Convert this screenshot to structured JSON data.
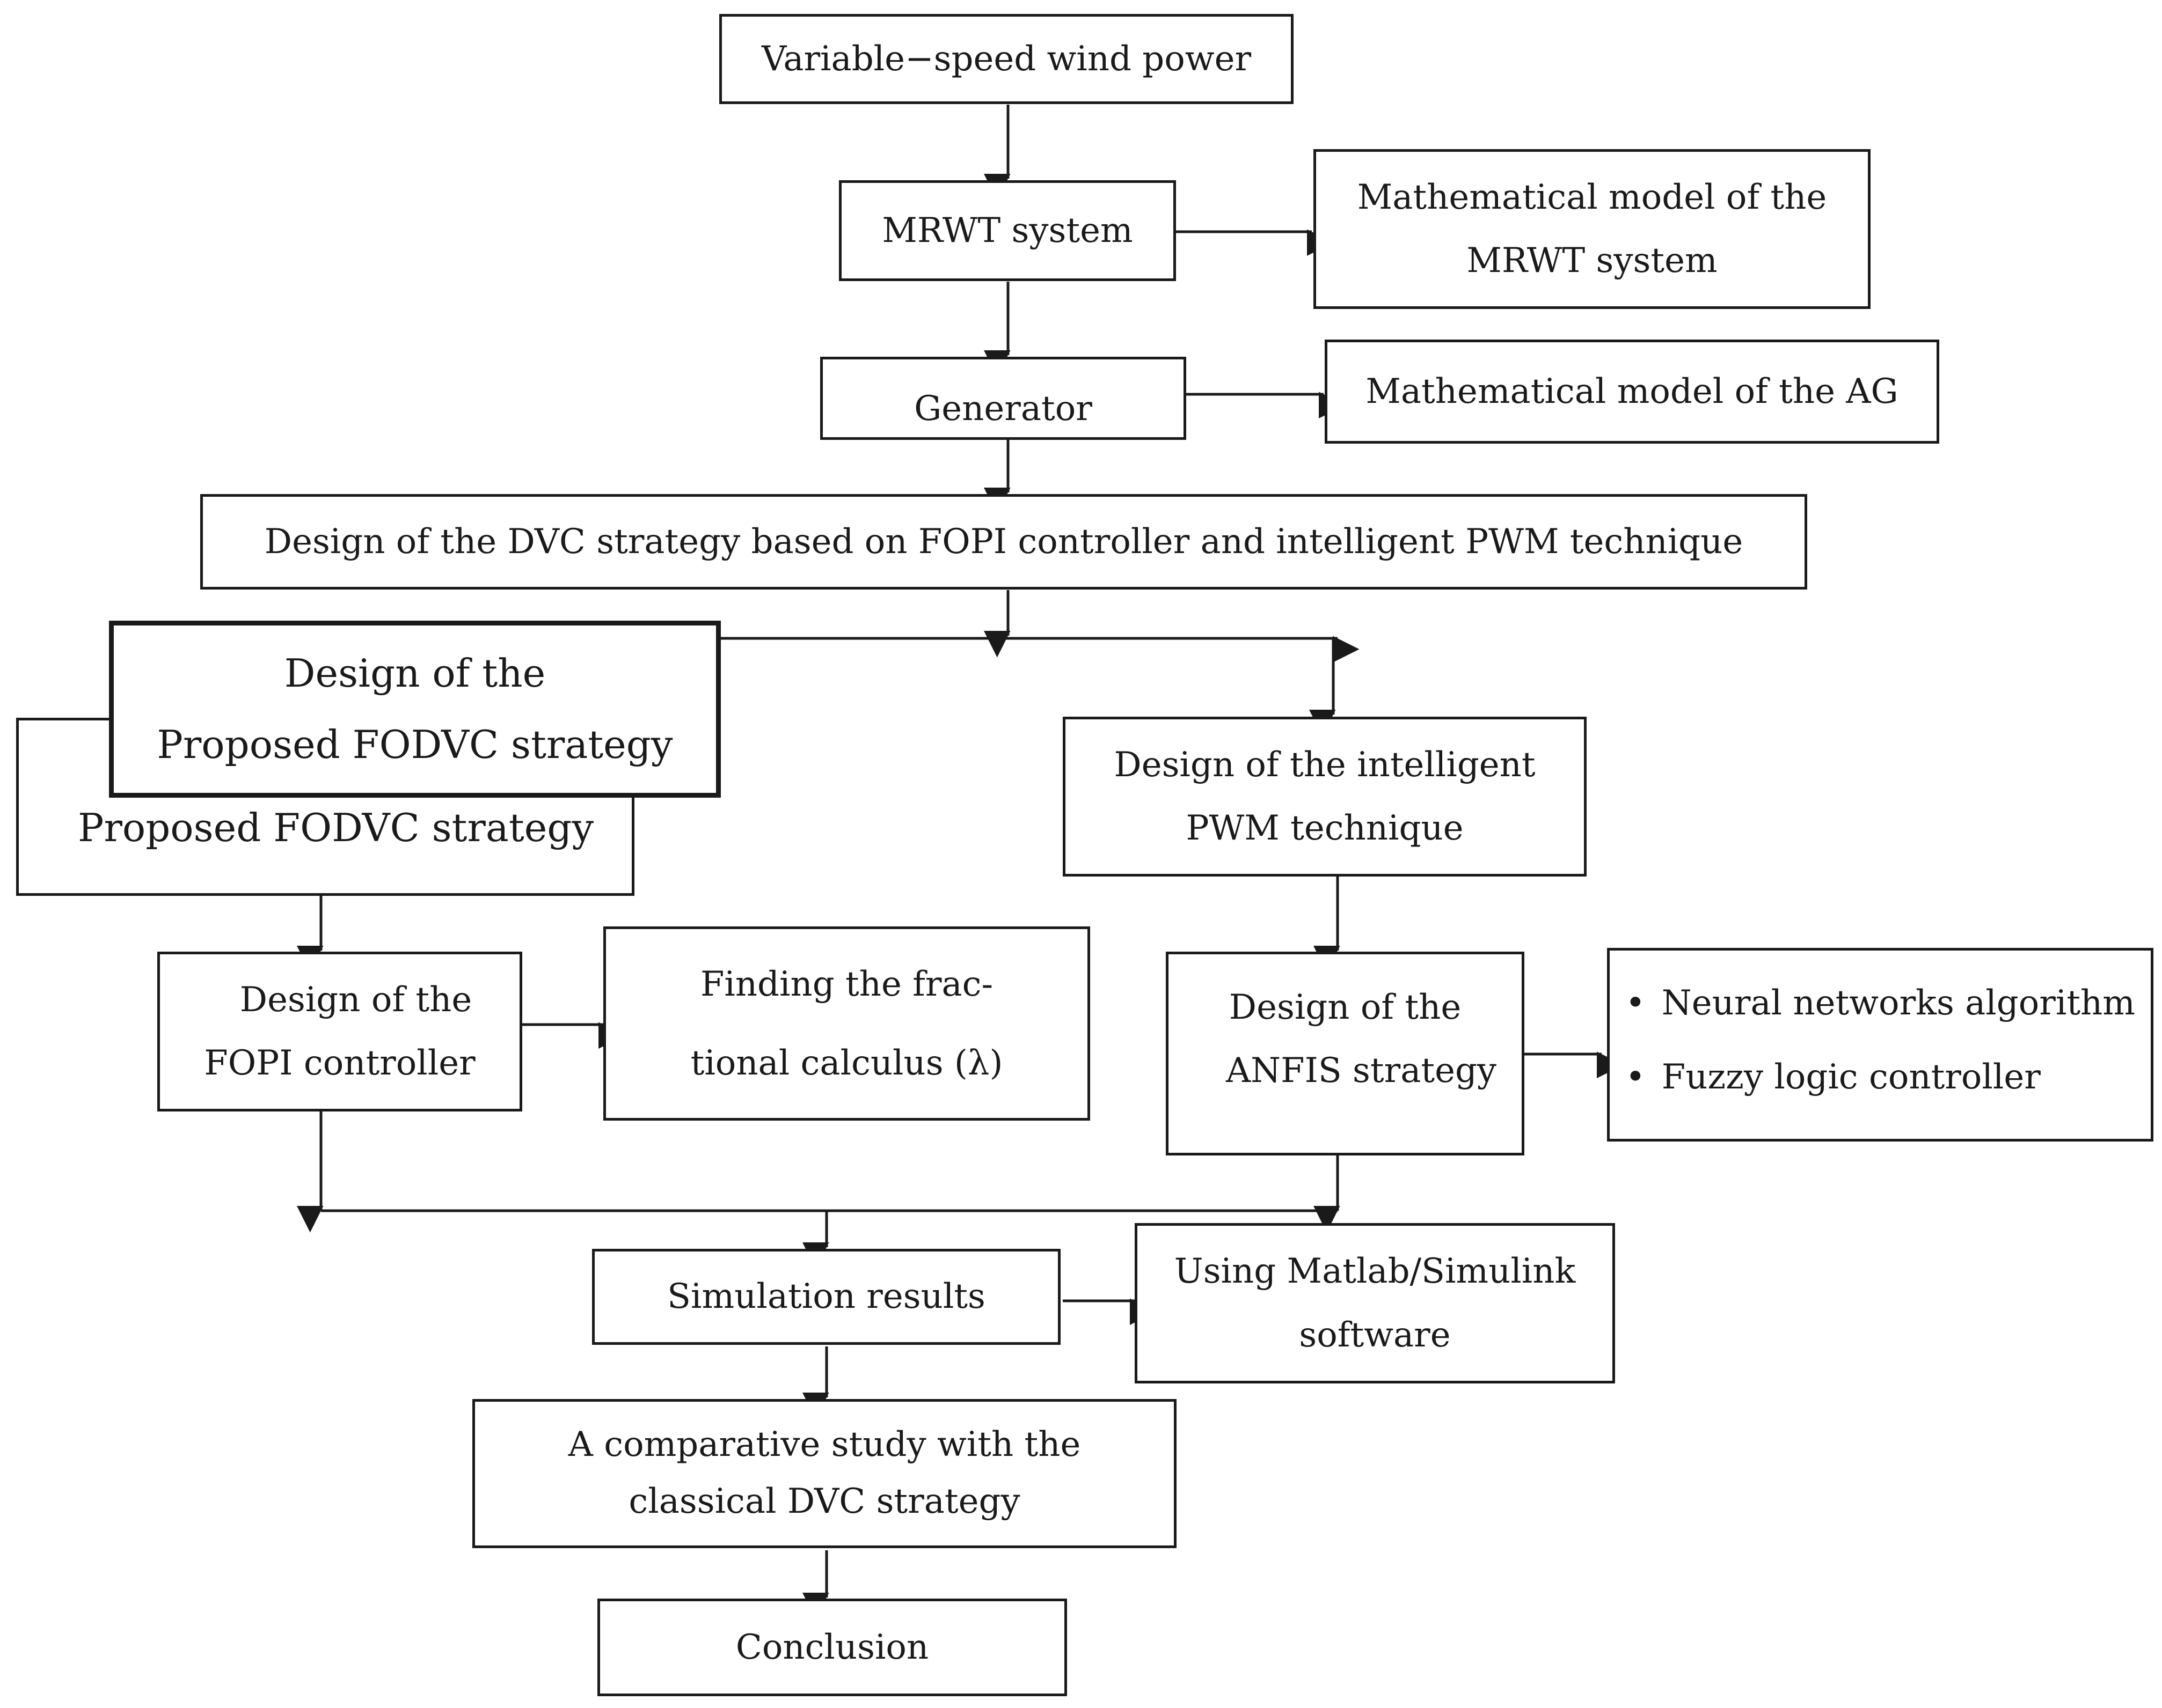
{
  "nodes": {
    "wind": {
      "text": "Variable−speed wind power"
    },
    "mrwt": {
      "text": "MRWT system"
    },
    "mrwt_model": {
      "line1": "Mathematical model of the",
      "line2": "MRWT system"
    },
    "generator": {
      "text": "Generator"
    },
    "ag_model": {
      "text": "Mathematical model of the AG"
    },
    "dvc_design": {
      "text": "Design of the DVC strategy based on FOPI controller and intelligent PWM technique"
    },
    "fodvc_design": {
      "line1": "Design of the",
      "line2": "Proposed FODVC strategy"
    },
    "fodvc": {
      "text": "Proposed FODVC strategy"
    },
    "pwm_design": {
      "line1": "Design of the intelligent",
      "line2": "PWM technique"
    },
    "fopi_design": {
      "line1": "Design of the",
      "line2": "FOPI controller"
    },
    "fractional": {
      "line1": "Finding the frac-",
      "line2": "tional calculus (λ)"
    },
    "anfis_design": {
      "line1": "Design of the",
      "line2": "ANFIS strategy"
    },
    "anfis_parts": {
      "items": [
        "Neural networks algorithm",
        "Fuzzy logic controller"
      ]
    },
    "simulation": {
      "text": "Simulation results"
    },
    "matlab": {
      "line1": "Using Matlab/Simulink",
      "line2": "software"
    },
    "comparative": {
      "line1": "A comparative study with the",
      "line2": "classical DVC strategy"
    },
    "conclusion": {
      "text": "Conclusion"
    }
  },
  "style": {
    "line_color": "#1a1a1a",
    "background": "#ffffff"
  }
}
